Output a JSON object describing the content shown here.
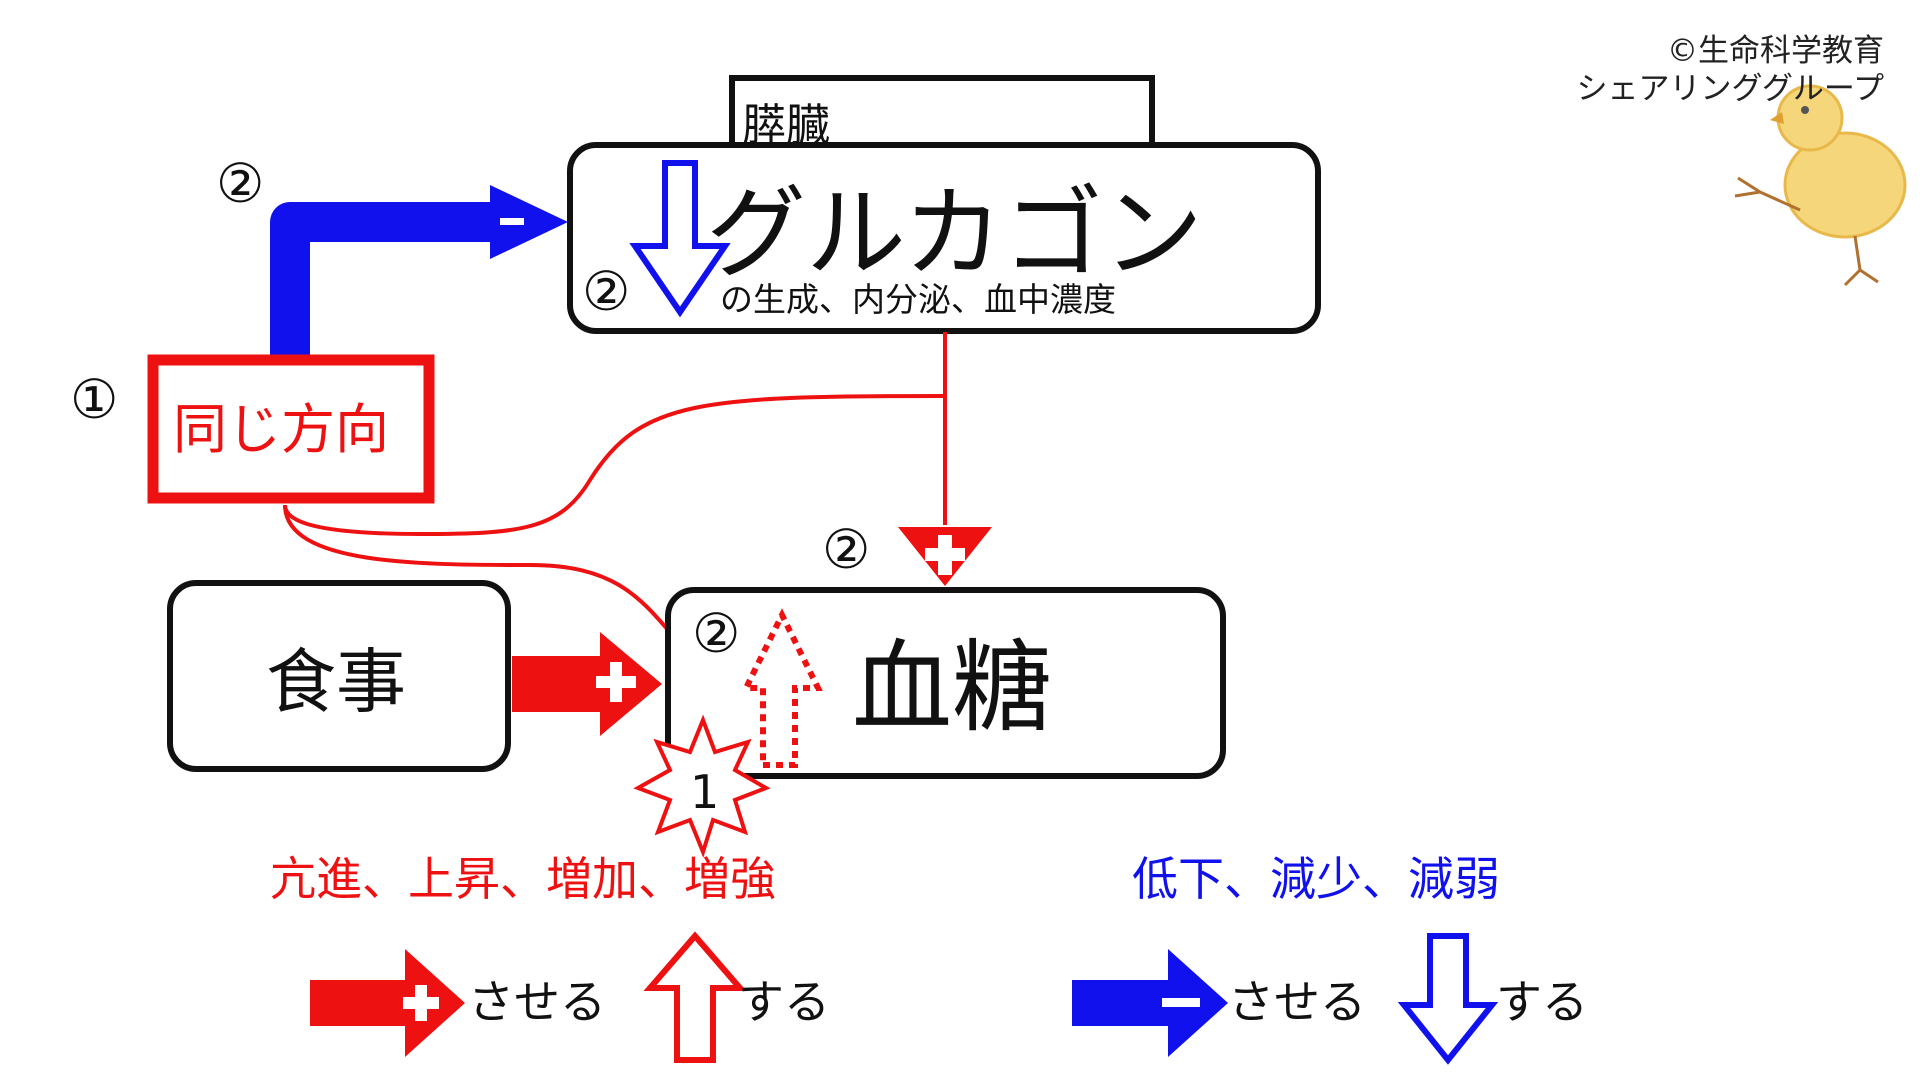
{
  "copyright": {
    "line1": "©生命科学教育",
    "line2": "シェアリンググループ"
  },
  "organ_label": "膵臓",
  "glucagon": {
    "title": "グルカゴン",
    "caption": "の生成、内分泌、血中濃度",
    "step": "②"
  },
  "same_direction": {
    "label": "同じ方向",
    "step": "①"
  },
  "meal": {
    "label": "食事"
  },
  "blood_sugar": {
    "label": "血糖",
    "step": "②"
  },
  "feedback_step": "②",
  "inhibit_arrow_step": "②",
  "start_marker": "1",
  "legend": {
    "increase_words": "亢進、上昇、増加、増強",
    "decrease_words": "低下、減少、減弱",
    "make_label": "させる",
    "do_label": "する"
  },
  "colors": {
    "red": "#ee1111",
    "blue": "#1111ee",
    "black": "#111111"
  }
}
